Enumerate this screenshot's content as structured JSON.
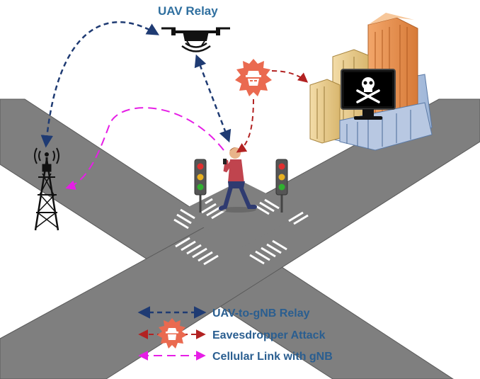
{
  "title": "UAV Relay",
  "legend": {
    "relay_label": "UAV-to-gNB Relay",
    "attack_label": "Eavesdropper Attack",
    "cellular_label": "Cellular Link with gNB"
  },
  "icons": {
    "uav": "drone-icon",
    "tower": "cell-tower-icon",
    "hacker": "hacker-icon",
    "server": "skull-monitor-icon",
    "buildings": "buildings-icon",
    "person": "pedestrian-icon",
    "lights": "traffic-light-icon"
  },
  "colors": {
    "relay": "#1f3b73",
    "attack": "#b22222",
    "cellular": "#e61ee6",
    "title": "#2f6f9f",
    "road": "#7f7f7f"
  }
}
